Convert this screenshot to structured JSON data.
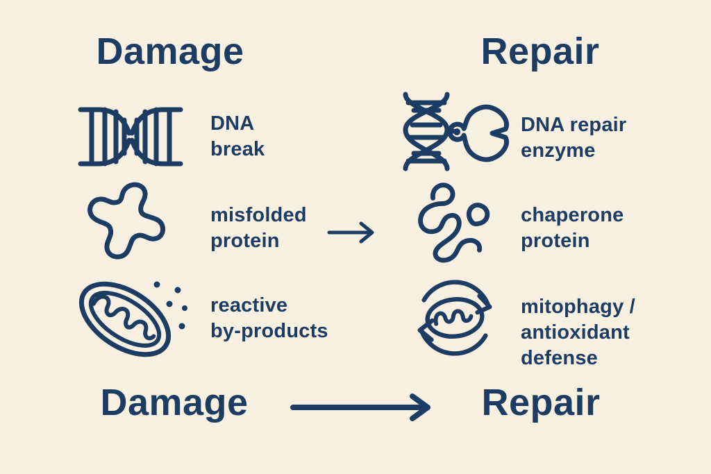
{
  "diagram_title": "Damage vs Repair cell biology diagram",
  "colors": {
    "background": "#f8f0e0",
    "ink": "#1d3c63"
  },
  "headers": {
    "damage": "Damage",
    "repair": "Repair"
  },
  "rows": [
    {
      "left": {
        "icon": "dna-break-icon",
        "lines": [
          "DNA",
          "break"
        ]
      },
      "right": {
        "icon": "dna-repair-enzyme-icon",
        "lines": [
          "DNA repair",
          "enzyme"
        ]
      }
    },
    {
      "left": {
        "icon": "misfolded-protein-icon",
        "lines": [
          "misfolded",
          "protein"
        ]
      },
      "connector": "right-arrow",
      "right": {
        "icon": "chaperone-protein-icon",
        "lines": [
          "chaperone",
          "protein"
        ]
      }
    },
    {
      "left": {
        "icon": "mitochondrion-reactive-byproducts-icon",
        "lines": [
          "reactive",
          "by-products"
        ]
      },
      "right": {
        "icon": "mitophagy-recycle-icon",
        "lines": [
          "mitophagy /",
          "antioxidant",
          "defense"
        ]
      }
    }
  ],
  "footer": {
    "damage": "Damage",
    "connector": "right-arrow",
    "repair": "Repair"
  }
}
